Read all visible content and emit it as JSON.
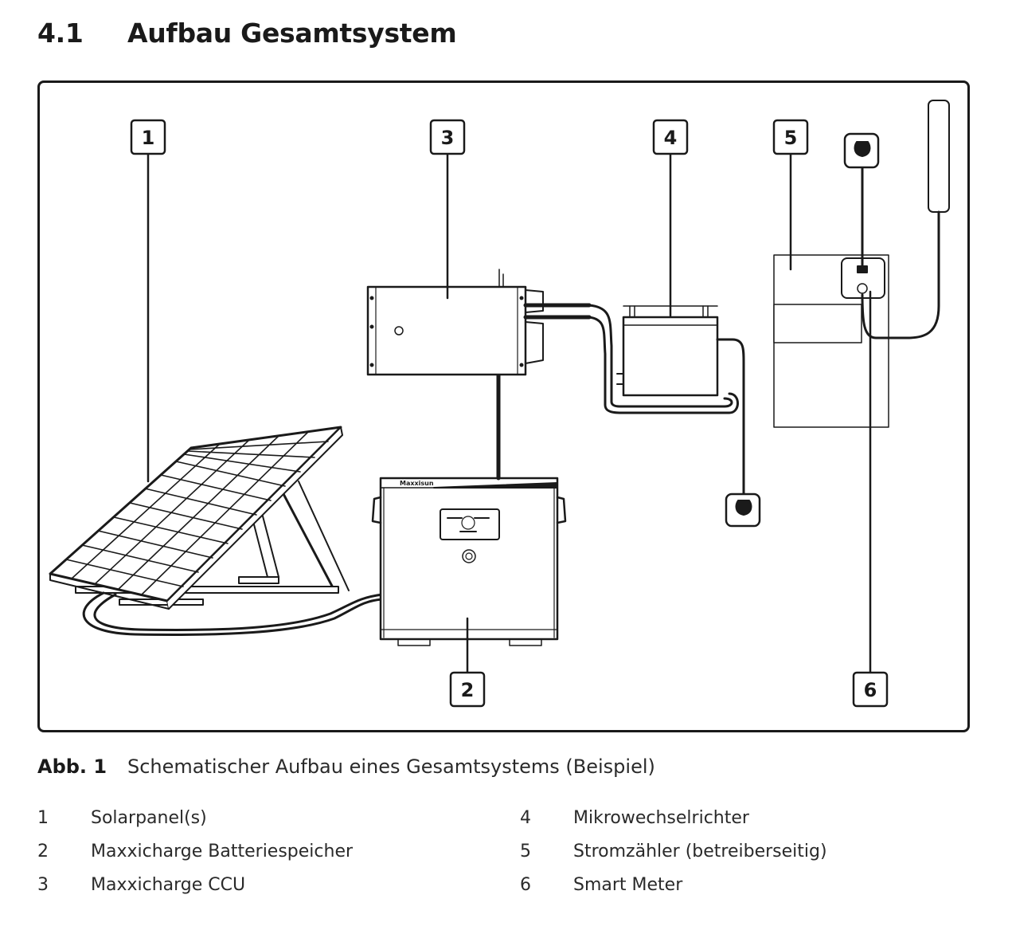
{
  "section": {
    "number": "4.1",
    "title": "Aufbau Gesamtsystem"
  },
  "figure": {
    "callouts": [
      {
        "id": "1",
        "label": "1"
      },
      {
        "id": "2",
        "label": "2"
      },
      {
        "id": "3",
        "label": "3"
      },
      {
        "id": "4",
        "label": "4"
      },
      {
        "id": "5",
        "label": "5"
      },
      {
        "id": "6",
        "label": "6"
      }
    ],
    "battery_brand": "Maxxisun"
  },
  "caption": {
    "label": "Abb. 1",
    "text": "Schematischer Aufbau eines Gesamtsystems (Beispiel)"
  },
  "legend": [
    {
      "num": "1",
      "text": "Solarpanel(s)"
    },
    {
      "num": "2",
      "text": "Maxxicharge Batteriespeicher"
    },
    {
      "num": "3",
      "text": "Maxxicharge CCU"
    },
    {
      "num": "4",
      "text": "Mikrowechselrichter"
    },
    {
      "num": "5",
      "text": "Stromzähler (betreiberseitig)"
    },
    {
      "num": "6",
      "text": "Smart Meter"
    }
  ]
}
